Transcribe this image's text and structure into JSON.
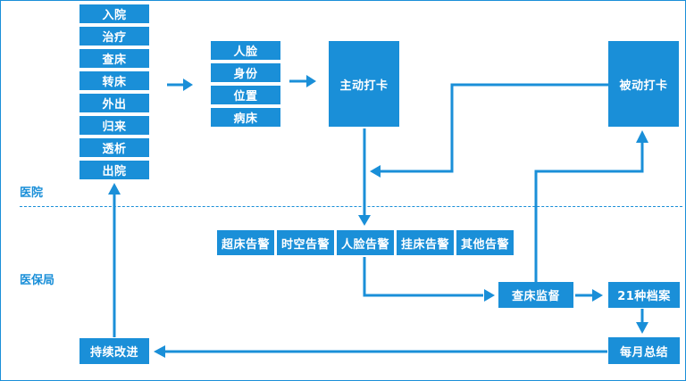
{
  "colors": {
    "primary": "#1a8fd8",
    "background": "#ffffff"
  },
  "zones": {
    "hospital": "医院",
    "insurance_bureau": "医保局"
  },
  "patient_flow": [
    "入院",
    "治疗",
    "查床",
    "转床",
    "外出",
    "归来",
    "透析",
    "出院"
  ],
  "identity_checks": [
    "人脸",
    "身份",
    "位置",
    "病床"
  ],
  "nodes": {
    "active_checkin": "主动打卡",
    "passive_checkin": "被动打卡",
    "bed_check_supervision": "查床监督",
    "archives": "21种档案",
    "monthly_summary": "每月总结",
    "continuous_improvement": "持续改进"
  },
  "alerts": [
    "超床告警",
    "时空告警",
    "人脸告警",
    "挂床告警",
    "其他告警"
  ]
}
